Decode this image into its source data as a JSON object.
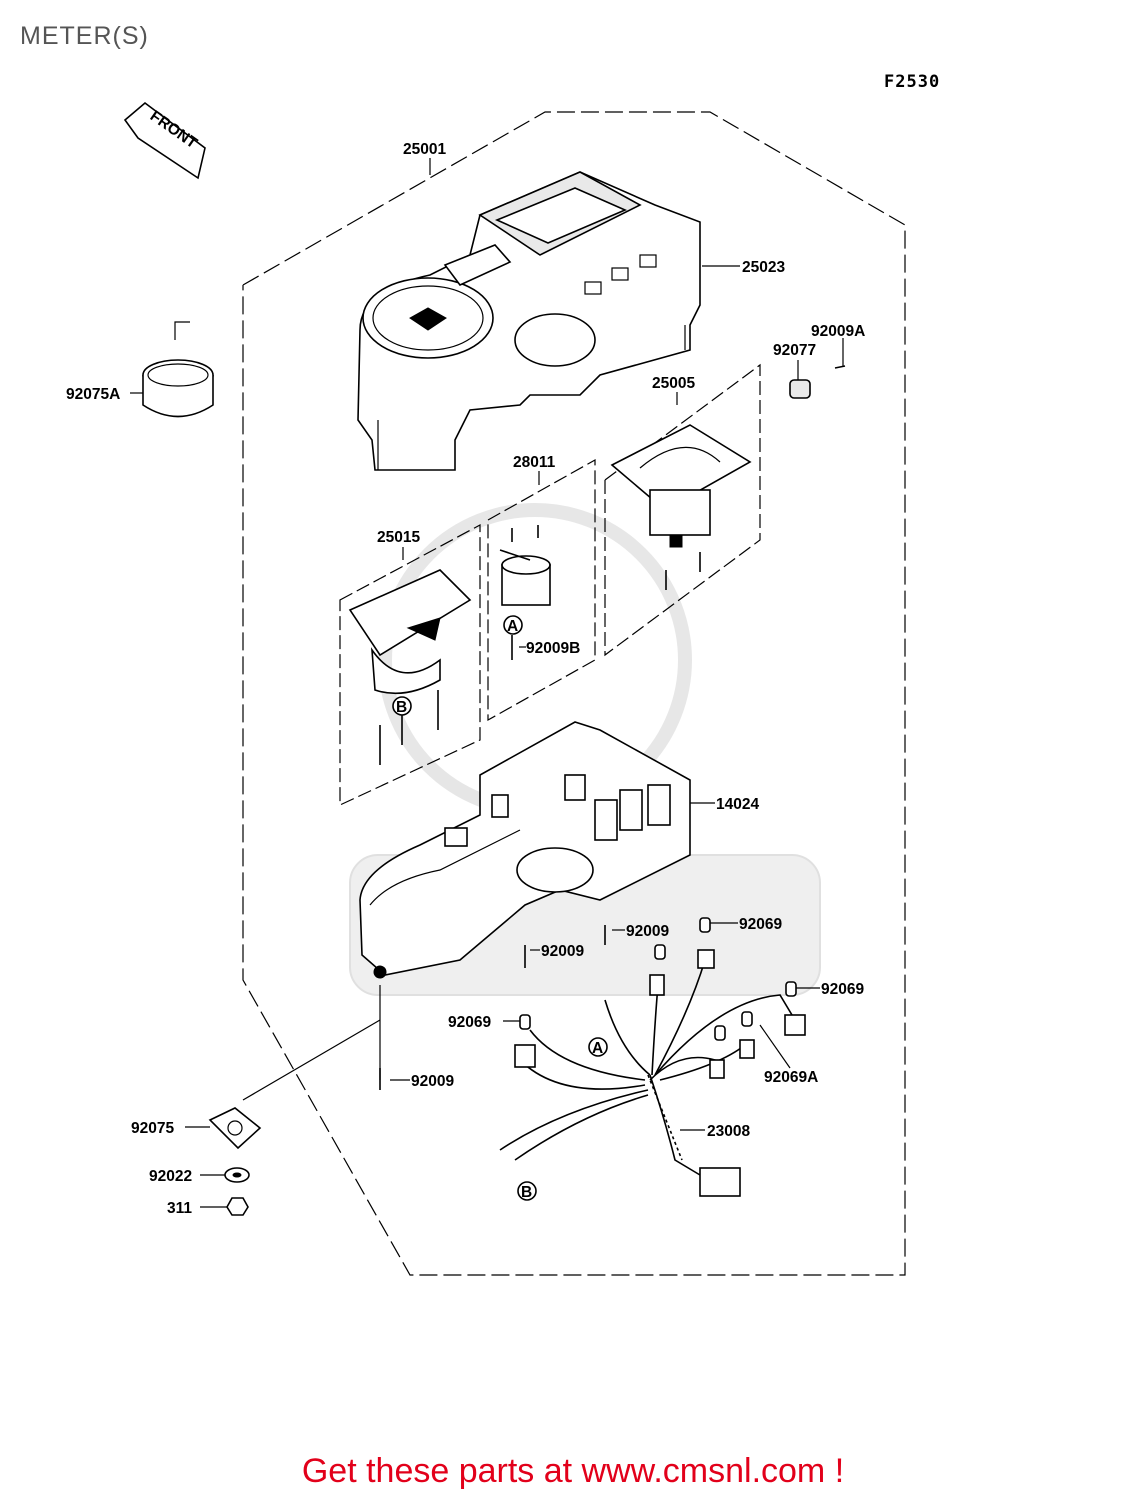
{
  "header": {
    "title": "METER(S)",
    "ref_code": "F2530"
  },
  "footer": {
    "link_text": "Get these parts at www.cmsnl.com !"
  },
  "diagram": {
    "front_arrow": "FRONT",
    "callout_A": "A",
    "callout_B": "B",
    "parts": [
      {
        "id": "25001",
        "label": "25001"
      },
      {
        "id": "25023",
        "label": "25023"
      },
      {
        "id": "92009A",
        "label": "92009A"
      },
      {
        "id": "92077",
        "label": "92077"
      },
      {
        "id": "92075A",
        "label": "92075A"
      },
      {
        "id": "25005",
        "label": "25005"
      },
      {
        "id": "28011",
        "label": "28011"
      },
      {
        "id": "25015",
        "label": "25015"
      },
      {
        "id": "92009B",
        "label": "92009B"
      },
      {
        "id": "14024",
        "label": "14024"
      },
      {
        "id": "92009",
        "label": "92009"
      },
      {
        "id": "92069",
        "label": "92069"
      },
      {
        "id": "92069A",
        "label": "92069A"
      },
      {
        "id": "23008",
        "label": "23008"
      },
      {
        "id": "92075",
        "label": "92075"
      },
      {
        "id": "92022",
        "label": "92022"
      },
      {
        "id": "311",
        "label": "311"
      }
    ]
  }
}
